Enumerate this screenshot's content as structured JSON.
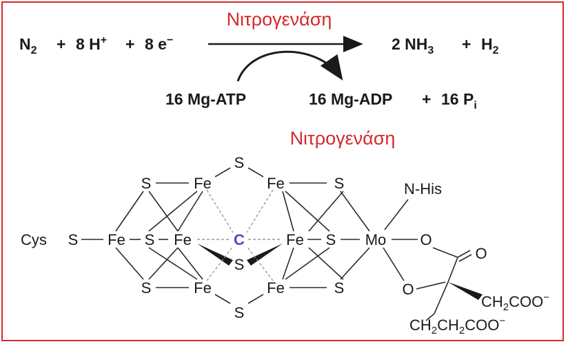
{
  "reaction": {
    "title": "Νιτρογενάση",
    "reactants": {
      "n2": "N",
      "n2_sub": "2",
      "plus1": "+",
      "h_coef": "8 H",
      "h_sup": "+",
      "plus2": "+",
      "e_coef": "8 e",
      "e_sup": "−"
    },
    "products": {
      "nh3": "2 NH",
      "nh3_sub": "3",
      "plus": "+",
      "h2": "H",
      "h2_sub": "2"
    },
    "cofactor_in": "16 Mg-ATP",
    "cofactor_out": {
      "adp": "16 Mg-ADP",
      "plus": "+",
      "pi": "16 P",
      "pi_sub": "i"
    }
  },
  "structure": {
    "title": "Νιτρογενάση",
    "atoms": {
      "s_top": "S",
      "fe_top_l": "Fe",
      "fe_top_r": "Fe",
      "s_ul": "S",
      "s_ur": "S",
      "cys": "Cys",
      "s_cys": "S",
      "fe_left": "Fe",
      "s_mid_l": "S",
      "fe_mid_l": "Fe",
      "carbon": "C",
      "fe_mid_r": "Fe",
      "s_mid_r": "S",
      "mo": "Mo",
      "o_mo": "O",
      "s_center": "S",
      "s_ll": "S",
      "fe_bot_l": "Fe",
      "fe_bot_r": "Fe",
      "s_lr": "S",
      "s_bottom": "S",
      "nhis": "N-His",
      "o_carbonyl": "O",
      "o_lower": "O",
      "ch2coo": "CH",
      "ch2coo_sub": "2",
      "ch2coo_tail": "COO",
      "ch2coo_sup": "−",
      "chain_a": "CH",
      "chain_a_sub": "2",
      "chain_b": "CH",
      "chain_b_sub": "2",
      "chain_tail": "COO",
      "chain_sup": "−"
    }
  },
  "colors": {
    "accent": "#d42a2a",
    "carbon": "#4a4ad8",
    "ink": "#1a1a1a"
  }
}
